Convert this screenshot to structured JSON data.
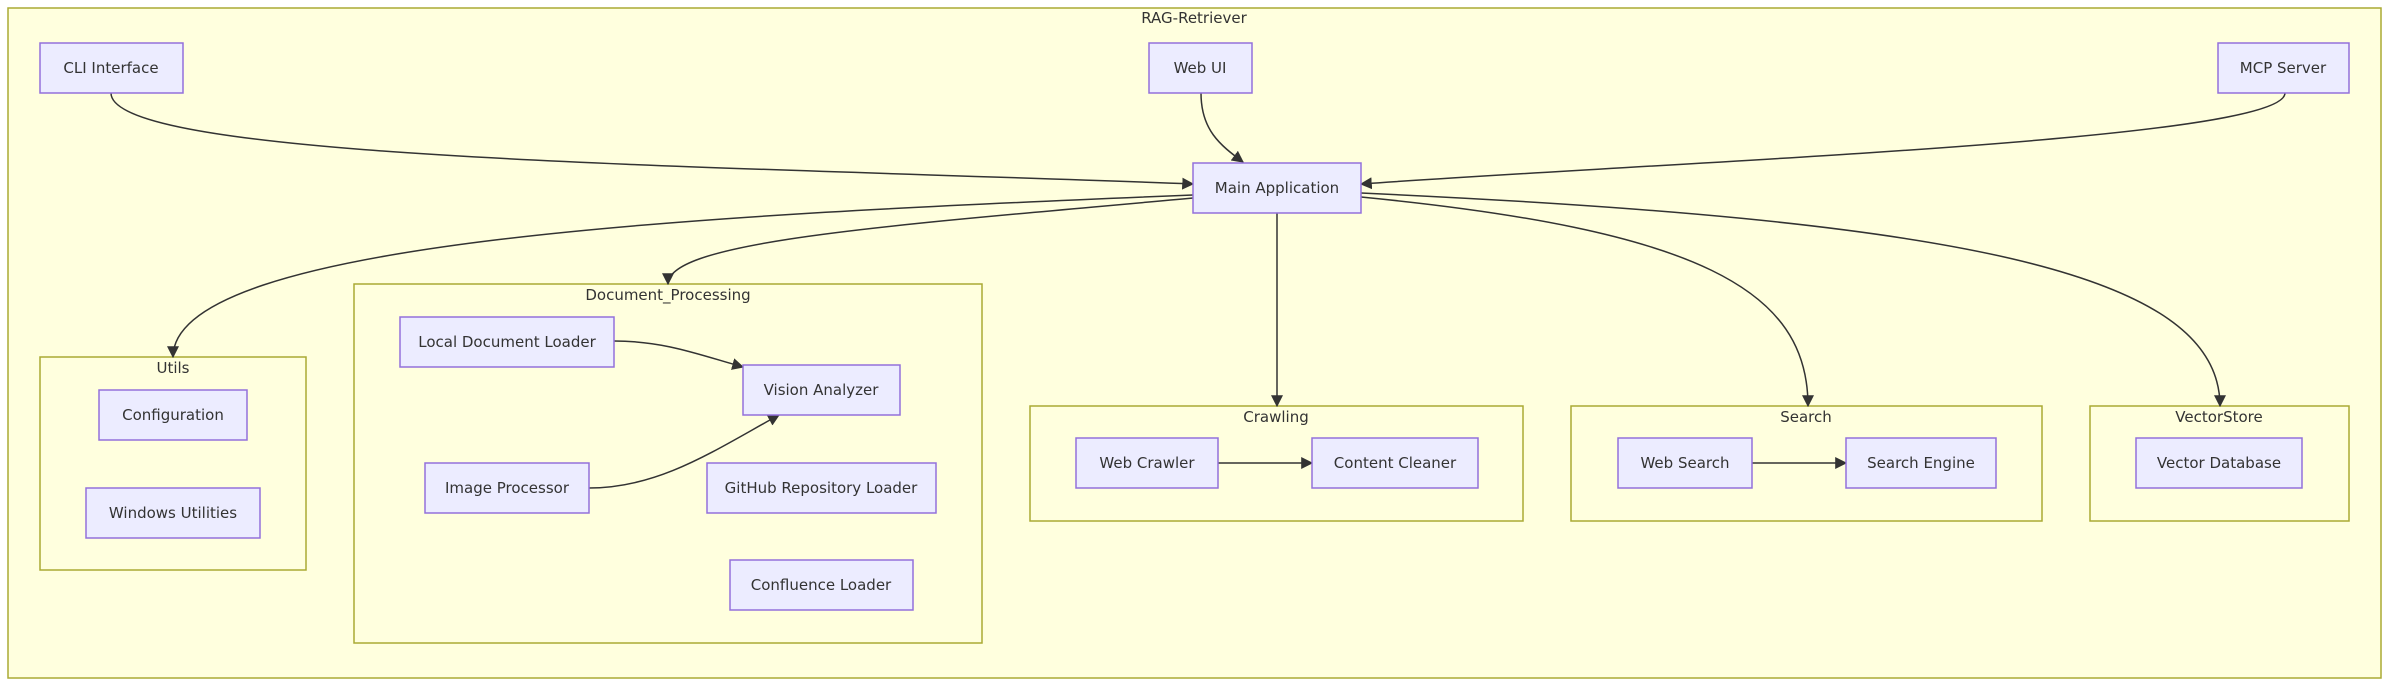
{
  "diagram": {
    "clusters": {
      "root": "RAG-Retriever",
      "utils": "Utils",
      "doc": "Document_Processing",
      "crawl": "Crawling",
      "search": "Search",
      "vector": "VectorStore"
    },
    "nodes": {
      "cli": "CLI Interface",
      "webui": "Web UI",
      "mcp": "MCP Server",
      "main": "Main Application",
      "config": "Configuration",
      "winutil": "Windows Utilities",
      "localdoc": "Local Document Loader",
      "vision": "Vision Analyzer",
      "imgproc": "Image Processor",
      "github": "GitHub Repository Loader",
      "confluence": "Confluence Loader",
      "crawler": "Web Crawler",
      "cleaner": "Content Cleaner",
      "websearch": "Web Search",
      "engine": "Search Engine",
      "vectordb": "Vector Database"
    },
    "edges": [
      {
        "from": "cli",
        "to": "main"
      },
      {
        "from": "webui",
        "to": "main"
      },
      {
        "from": "mcp",
        "to": "main"
      },
      {
        "from": "main",
        "to": "utils"
      },
      {
        "from": "main",
        "to": "doc"
      },
      {
        "from": "main",
        "to": "crawl"
      },
      {
        "from": "main",
        "to": "search"
      },
      {
        "from": "main",
        "to": "vector"
      },
      {
        "from": "localdoc",
        "to": "vision"
      },
      {
        "from": "imgproc",
        "to": "vision"
      },
      {
        "from": "crawler",
        "to": "cleaner"
      },
      {
        "from": "websearch",
        "to": "engine"
      }
    ]
  }
}
